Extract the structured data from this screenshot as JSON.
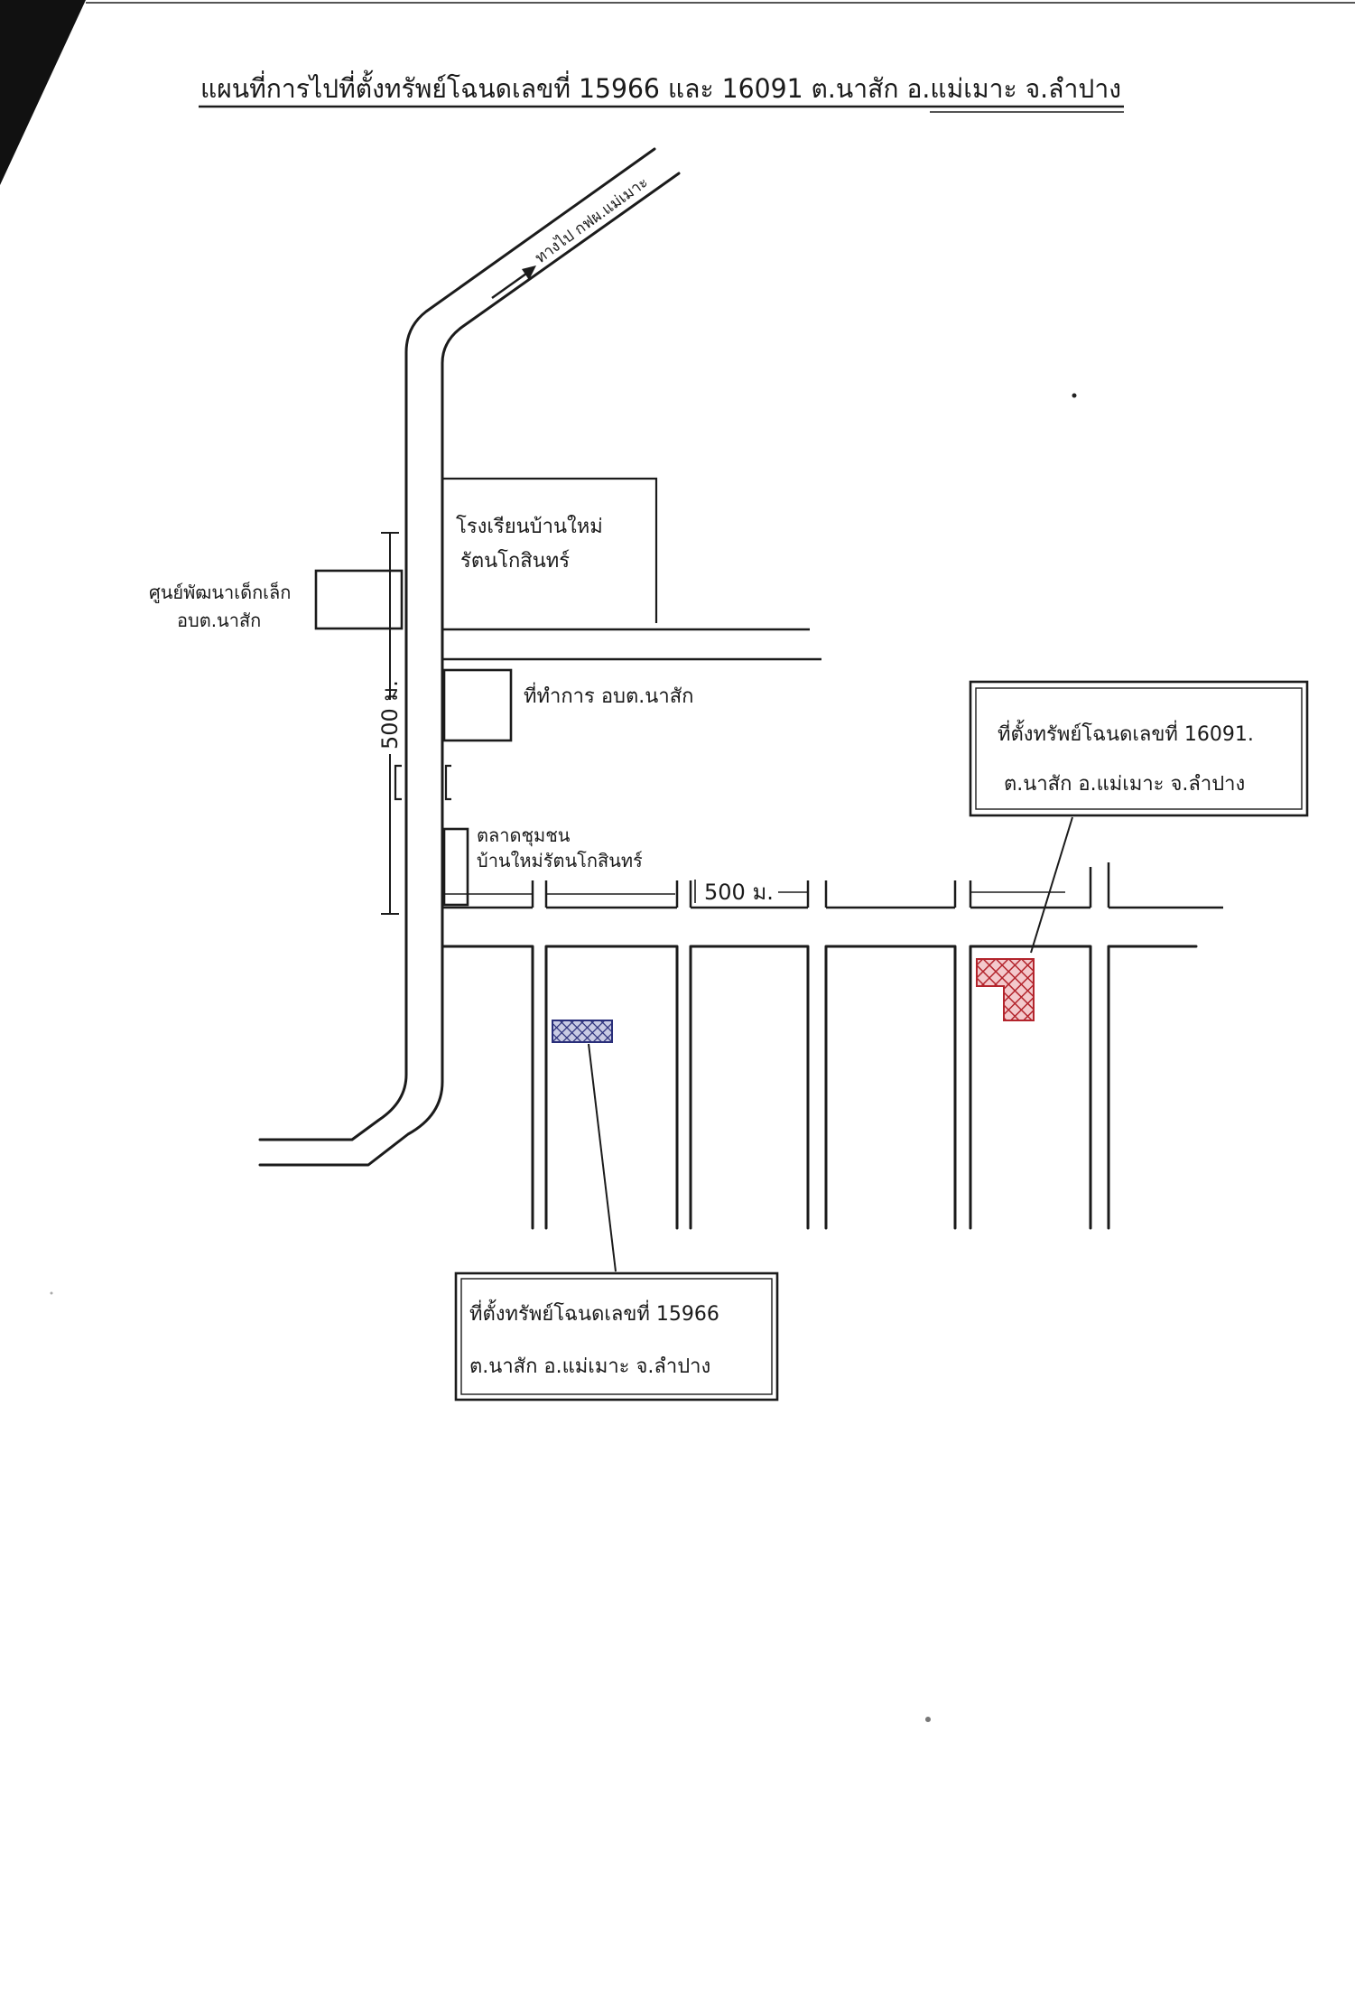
{
  "title": "แผนที่การไปที่ตั้งทรัพย์โฉนดเลขที่ 15966 และ 16091 ต.นาสัก อ.แม่เมาะ จ.ลำปาง",
  "road_label": "ทางไป กฟผ.แม่เมาะ",
  "landmarks": {
    "school_line1": "โรงเรียนบ้านใหม่",
    "school_line2": "รัตนโกสินทร์",
    "center_line1": "ศูนย์พัฒนาเด็กเล็ก",
    "center_line2": "อบต.นาสัก",
    "office": "ที่ทำการ อบต.นาสัก",
    "market_line1": "ตลาดชุมชน",
    "market_line2": "บ้านใหม่รัตนโกสินทร์"
  },
  "distances": {
    "vertical": "500 ม.",
    "horizontal": "500 ม."
  },
  "parcel_16091": {
    "line1": "ที่ตั้งทรัพย์โฉนดเลขที่ 16091.",
    "line2": "ต.นาสัก อ.แม่เมาะ จ.ลำปาง",
    "color": "#b3242c"
  },
  "parcel_15966": {
    "line1": "ที่ตั้งทรัพย์โฉนดเลขที่ 15966",
    "line2": "ต.นาสัก อ.แม่เมาะ จ.ลำปาง",
    "color": "#2a2f7a"
  }
}
